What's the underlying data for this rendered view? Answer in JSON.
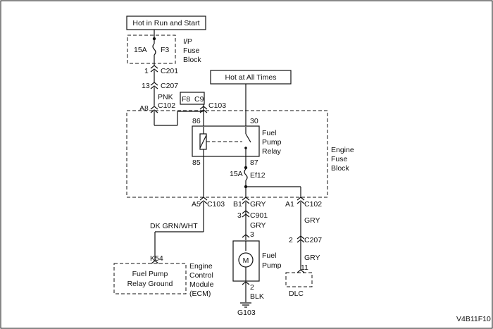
{
  "diagram": {
    "hot_run_start": "Hot in Run and Start",
    "hot_all_times": "Hot at All Times",
    "ip_fuse_amp": "15A",
    "ip_fuse_id": "F3",
    "ip_fuse_block": [
      "I/P",
      "Fuse",
      "Block"
    ],
    "c201_pin": "1",
    "c201": "C201",
    "c207_pin_top": "13",
    "c207_top": "C207",
    "pnk": "PNK",
    "a8": "A8",
    "c102_top": "C102",
    "f8": "F8",
    "c9": "C9",
    "c103_top": "C103",
    "pin_86": "86",
    "pin_30": "30",
    "pin_85": "85",
    "pin_87": "87",
    "relay_label": [
      "Fuel",
      "Pump",
      "Relay"
    ],
    "engine_fuse_block": [
      "Engine",
      "Fuse",
      "Block"
    ],
    "ef_amp": "15A",
    "ef_id": "Ef12",
    "a5": "A5",
    "c103_bot": "C103",
    "b1": "B1",
    "gry_1": "GRY",
    "a1": "A1",
    "c102_bot": "C102",
    "c901_pin": "3",
    "c901": "C901",
    "gry_2": "GRY",
    "gry_3": "GRY",
    "c207_pin_bot": "2",
    "c207_bot": "C207",
    "pump_pin_top": "3",
    "pump_label": [
      "Fuel",
      "Pump"
    ],
    "motor": "M",
    "dk_grn_wht": "DK GRN/WHT",
    "gry_4": "GRY",
    "k54": "K54",
    "ecm_box": [
      "Fuel Pump",
      "Relay Ground"
    ],
    "ecm_label": [
      "Engine",
      "Control",
      "Module",
      "(ECM)"
    ],
    "dlc_pin": "11",
    "dlc": "DLC",
    "pump_pin_bot": "2",
    "blk": "BLK",
    "g103": "G103",
    "fig_id": "V4B11F10"
  }
}
